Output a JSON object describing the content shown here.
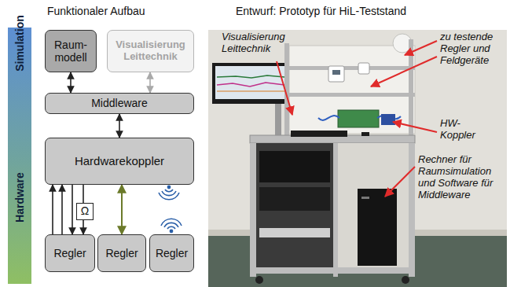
{
  "diagram": {
    "nodes": [
      {
        "text": [
          "Raum- modell"
        ]
      },
      {
        "text": [
          "Visualisierung Leittechnik"
        ]
      },
      {
        "text": [
          "Middleware"
        ]
      },
      {
        "text": [
          "Hardwarekoppler"
        ]
      },
      {
        "text": [
          "Regler"
        ]
      },
      {
        "text": [
          "Regler"
        ]
      },
      {
        "text": [
          "Regler"
        ]
      }
    ],
    "edges": [
      {
        "from": 0,
        "to": 2,
        "arrow": "both"
      },
      {
        "from": 1,
        "to": 2,
        "arrow": "both"
      },
      {
        "from": 2,
        "to": 3,
        "arrow": "both"
      },
      {
        "from": 4,
        "to": 3,
        "arrow": "to"
      },
      {
        "from": 4,
        "to": 3,
        "arrow": "to"
      },
      {
        "from": 3,
        "to": 4,
        "arrow": "to"
      },
      {
        "from": 3,
        "to": 4,
        "arrow": "to"
      },
      {
        "from": 3,
        "to": 5,
        "arrow": "both"
      }
    ],
    "labels": [
      "Funktionaler Aufbau",
      "Entwurf: Prototyp für HiL-Teststand",
      "Simulation",
      "Hardware",
      "Ω",
      "Visualisierung Leittechnik",
      "zu testende Regler und Feldgeräte",
      "HW- Koppler",
      "Rechner für Raumsimulation und Software für Middleware"
    ]
  }
}
